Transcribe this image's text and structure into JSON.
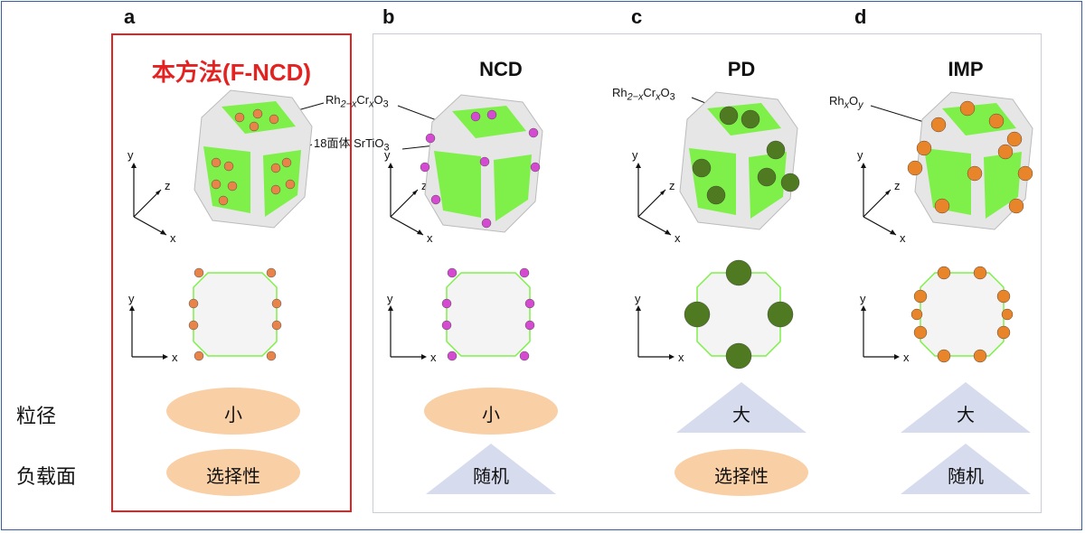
{
  "panels": [
    {
      "letter": "a",
      "title": "本方法(F-NCD)",
      "size": "小",
      "size_shape": "ellipse",
      "loading": "选择性",
      "loading_shape": "ellipse",
      "particle_color": "#e8844a"
    },
    {
      "letter": "b",
      "title": "NCD",
      "size": "小",
      "size_shape": "ellipse",
      "loading": "随机",
      "loading_shape": "triangle",
      "particle_color": "#d44bd1"
    },
    {
      "letter": "c",
      "title": "PD",
      "size": "大",
      "size_shape": "triangle",
      "loading": "选择性",
      "loading_shape": "ellipse",
      "particle_color": "#4f7a22"
    },
    {
      "letter": "d",
      "title": "IMP",
      "size": "大",
      "size_shape": "triangle",
      "loading": "随机",
      "loading_shape": "triangle",
      "particle_color": "#e8842a"
    }
  ],
  "row_labels": {
    "size": "粒径",
    "loading": "负载面"
  },
  "callouts": {
    "rh_cr_o3_a": {
      "main": "Rh",
      "sub1": "2−x",
      "mid": "Cr",
      "sub2": "x",
      "tail": "O",
      "sub3": "3"
    },
    "srtio3": {
      "prefix": "18面体 SrTiO",
      "sub": "3"
    },
    "rh_cr_o3_c": {
      "main": "Rh",
      "sub1": "2−x",
      "mid": "Cr",
      "sub2": "x",
      "tail": "O",
      "sub3": "3"
    },
    "rhxoy": {
      "main": "Rh",
      "sub1": "x",
      "mid": "O",
      "sub2": "y"
    }
  },
  "axes": {
    "x": "x",
    "y": "y",
    "z": "z"
  },
  "colors": {
    "facet_green": "#7ff04a",
    "cube_gray": "#e6e6e6",
    "ellipse_fill": "#f9cfa6",
    "triangle_fill": "#d7dbee",
    "box_red": "#e32222"
  }
}
